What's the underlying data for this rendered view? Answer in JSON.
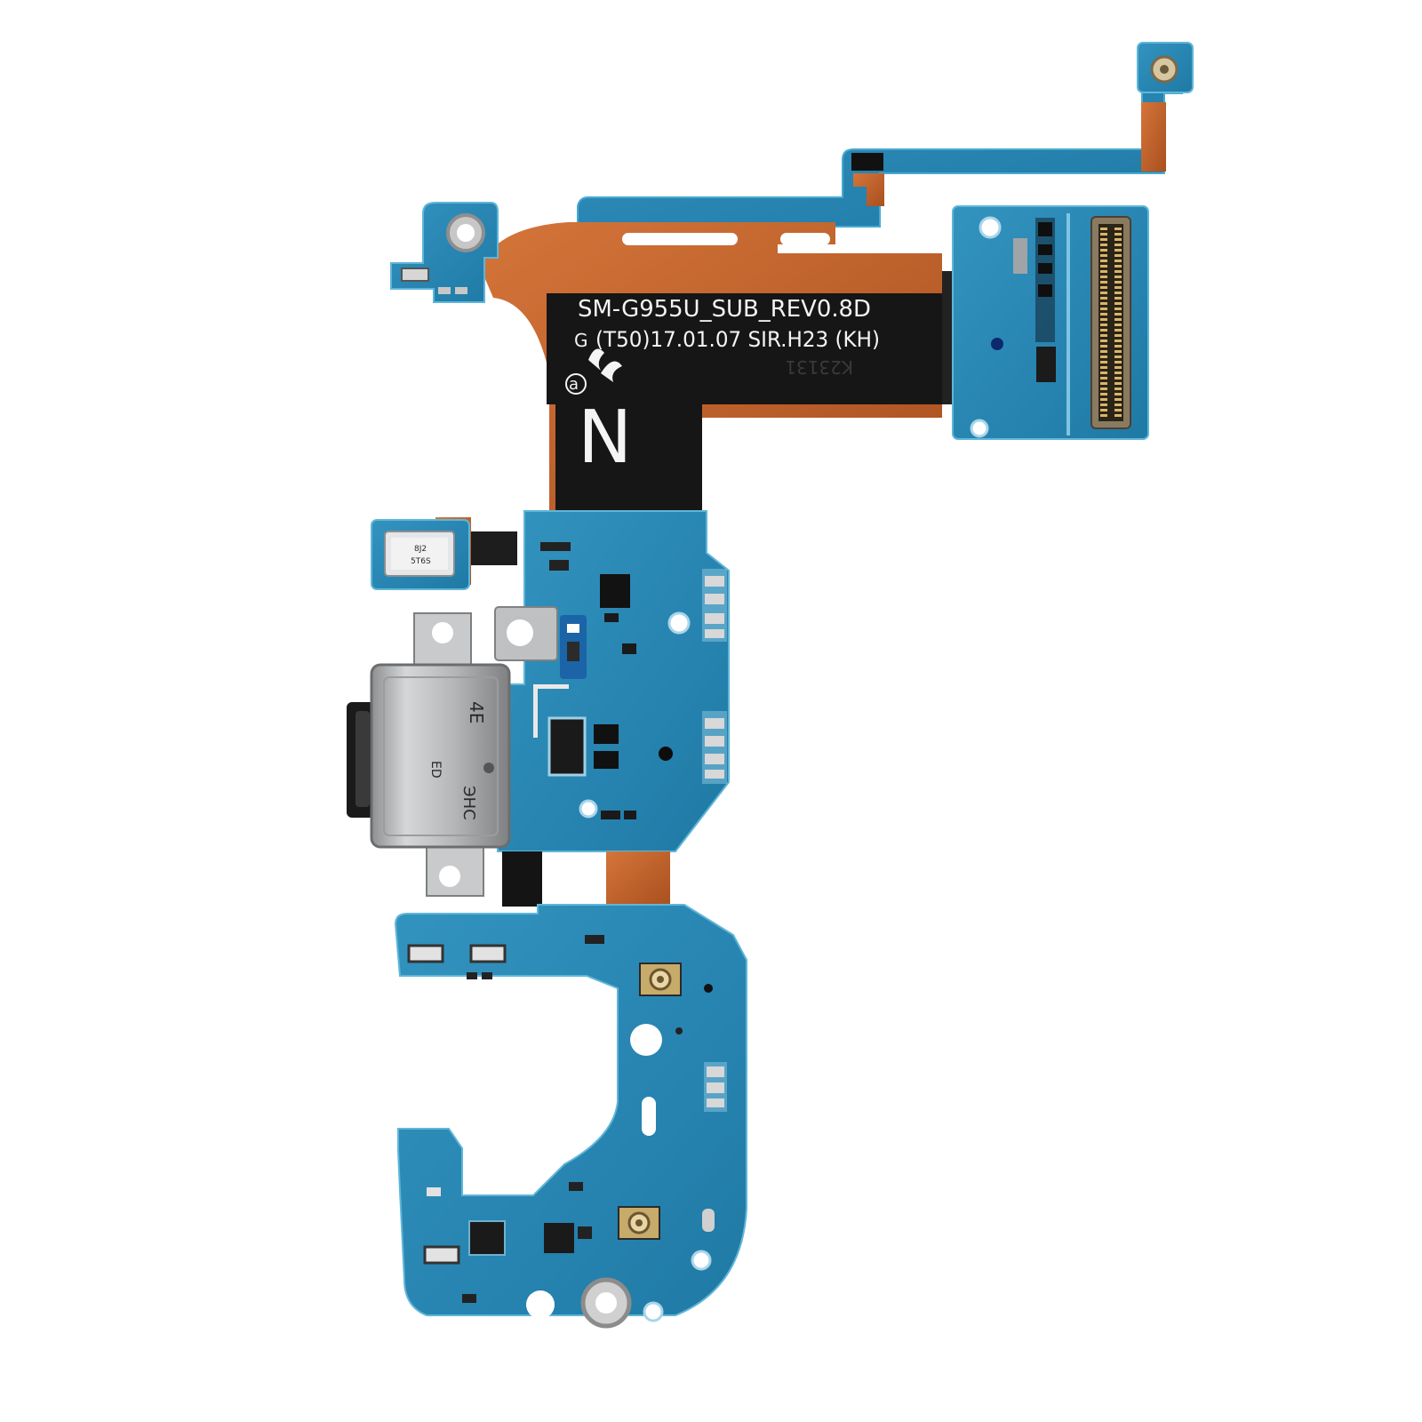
{
  "photo": {
    "subject": "charging port flex board",
    "colors": {
      "background": "#ffffff",
      "pcb": "#2c86b3",
      "pcb_dark": "#1f6f95",
      "pcb_edge": "#5fb6d8",
      "flex_copper": "#c8672d",
      "flex_black": "#151515",
      "metal": "#b9babb",
      "gold": "#d8b56a"
    }
  },
  "labels": {
    "model_line": "SM-G955U_SUB_REV0.8D",
    "date_line": "(T50)17.01.07 SIR.H23 (KH)",
    "maker_mark": "G",
    "circle_mark": "a",
    "big_mark": "N",
    "mirror_mark": "K23131",
    "usb_marks": [
      "4E",
      "ED",
      "ЭНС"
    ],
    "mic_marks": [
      "8J2",
      "5T6S"
    ]
  }
}
